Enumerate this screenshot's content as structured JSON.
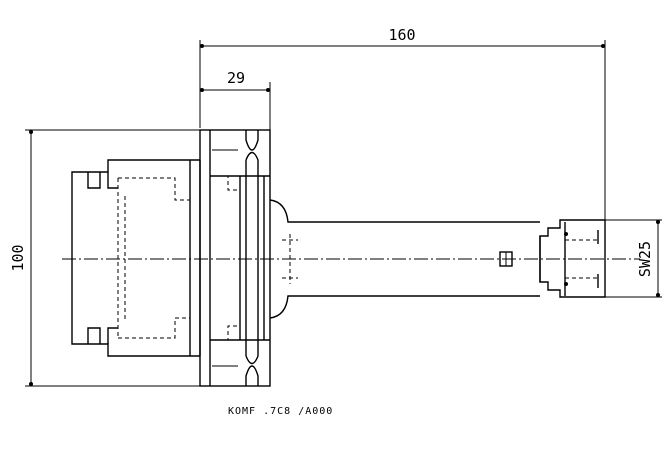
{
  "dimensions": {
    "overall_length": "160",
    "flange_width": "29",
    "body_diameter": "100",
    "wrench_size": "SW25"
  },
  "caption": "KOMF .7C8 /A000"
}
